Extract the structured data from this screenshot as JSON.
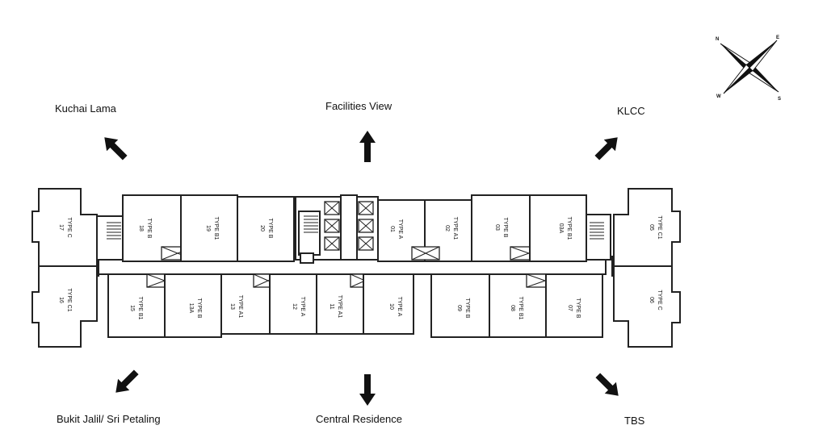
{
  "directions": {
    "north_west": "Kuchai Lama",
    "north": "Facilities View",
    "north_east": "KLCC",
    "south_west": "Bukit Jalil/ Sri Petaling",
    "south": "Central Residence",
    "south_east": "TBS"
  },
  "compass": {
    "n": "N",
    "e": "E",
    "s": "S",
    "w": "W"
  },
  "units": {
    "u17": {
      "type": "TYPE C",
      "num": "17"
    },
    "u16": {
      "type": "TYPE C1",
      "num": "16"
    },
    "u18": {
      "type": "TYPE B",
      "num": "18"
    },
    "u19": {
      "type": "TYPE B1",
      "num": "19"
    },
    "u20": {
      "type": "TYPE B",
      "num": "20"
    },
    "u01": {
      "type": "TYPE A",
      "num": "01"
    },
    "u02": {
      "type": "TYPE A1",
      "num": "02"
    },
    "u03": {
      "type": "TYPE B",
      "num": "03"
    },
    "u03a": {
      "type": "TYPE B1",
      "num": "03A"
    },
    "u05": {
      "type": "TYPE C1",
      "num": "05"
    },
    "u06": {
      "type": "TYPE C",
      "num": "06"
    },
    "u15": {
      "type": "TYPE B1",
      "num": "15"
    },
    "u13a": {
      "type": "TYPE B",
      "num": "13A"
    },
    "u13": {
      "type": "TYPE A1",
      "num": "13"
    },
    "u12": {
      "type": "TYPE A",
      "num": "12"
    },
    "u11": {
      "type": "TYPE A1",
      "num": "11"
    },
    "u10": {
      "type": "TYPE A",
      "num": "10"
    },
    "u09": {
      "type": "TYPE B",
      "num": "09"
    },
    "u08": {
      "type": "TYPE B1",
      "num": "08"
    },
    "u07": {
      "type": "TYPE B",
      "num": "07"
    }
  }
}
